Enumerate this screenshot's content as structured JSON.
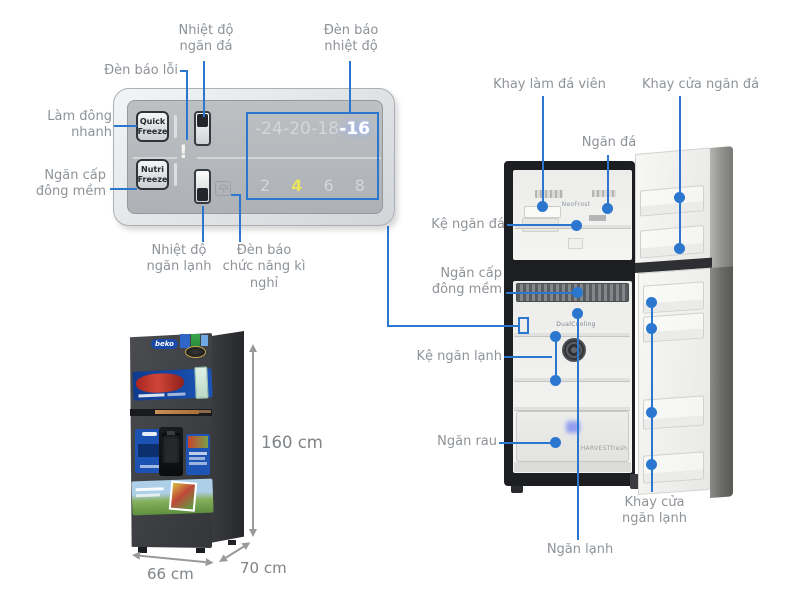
{
  "colors": {
    "accent_blue": "#2b77d0",
    "label_gray": "#8e9398",
    "panel_number_gray": "#d3d7da",
    "freezer_temp_active_color": "#ffffff",
    "freezer_temp_glow": "#8aa6ff",
    "fridge_temp_active_color": "#e8e45f"
  },
  "control_panel": {
    "callouts": {
      "freezer_temp": "Nhiệt độ ngăn đá",
      "temp_indicator": "Đèn báo nhiệt độ",
      "error_indicator": "Đèn báo lỗi",
      "quick_freeze": "Làm đông nhanh",
      "soft_freeze": "Ngăn cấp đông mềm",
      "fridge_temp": "Nhiệt độ ngăn lạnh",
      "vacation_indicator": "Đèn báo chức năng kì nghỉ"
    },
    "quick_freeze_button": "Quick Freeze",
    "nutri_freeze_button": "Nutri Freeze",
    "error_mark": "!",
    "freezer_temps": [
      "-24",
      "-20",
      "-18",
      "-16"
    ],
    "freezer_temp_active": "-16",
    "fridge_temps": [
      "2",
      "4",
      "6",
      "8"
    ],
    "fridge_temp_active": "4"
  },
  "fridge_diagram": {
    "callouts": {
      "ice_tray": "Khay làm đá viên",
      "freezer_door_tray": "Khay cửa ngăn đá",
      "freezer": "Ngăn đá",
      "freezer_shelf": "Kệ ngăn đá",
      "soft_freeze": "Ngăn cấp đông mềm",
      "fridge_shelf": "Kệ ngăn lạnh",
      "crisper": "Ngăn rau",
      "fridge_door_tray": "Khay cửa ngăn lạnh",
      "fridge": "Ngăn lạnh"
    },
    "interior_text": {
      "freezer": "NeoFrost",
      "fridge": "DualCooling",
      "crisper": "HARVESTfresh"
    }
  },
  "product_photo": {
    "brand": "beko",
    "height": "160 cm",
    "width": "66 cm",
    "depth": "70 cm"
  }
}
